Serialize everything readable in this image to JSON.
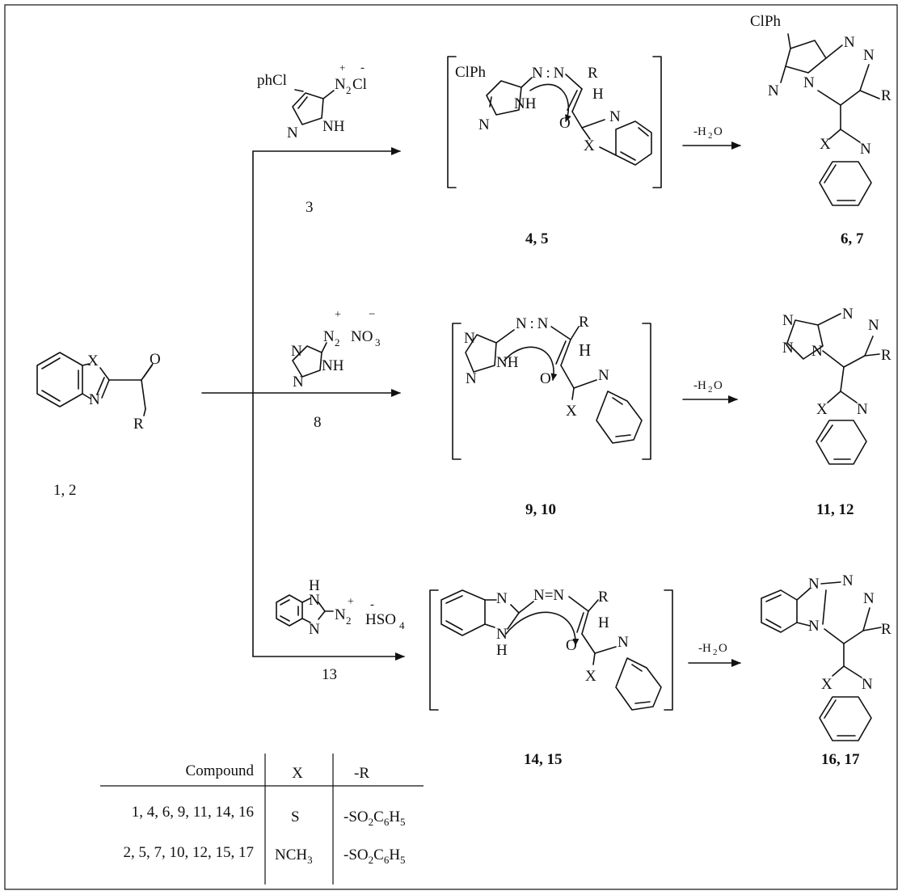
{
  "labels": {
    "cpd_1_2": "1, 2",
    "cpd_3": "3",
    "cpd_8": "8",
    "cpd_13": "13",
    "cpd_4_5": "4, 5",
    "cpd_6_7": "6, 7",
    "cpd_9_10": "9, 10",
    "cpd_11_12": "11,  12",
    "cpd_14_15": "14, 15",
    "cpd_16_17": "16,  17"
  },
  "reagents": {
    "phcl": "phCl",
    "clph": "ClPh",
    "plus": "+",
    "minus": "-",
    "minus2": "−",
    "n2cl_n": "N",
    "n2cl_2": "2",
    "n2cl_cl": "Cl",
    "n2_n": "N",
    "n2_sub": "2",
    "no3": "NO",
    "no3_sub": "3",
    "hso4": "HSO",
    "hso4_sub": "4"
  },
  "atoms": {
    "X": "X",
    "N": "N",
    "O": "O",
    "R": "R",
    "H": "H",
    "NH": "NH",
    "azo": "N=N",
    "azo2": "N : N"
  },
  "arrows": {
    "water_part1": "-H",
    "water_sub": "2",
    "water_part2": "O"
  },
  "table": {
    "headers": [
      "Compound",
      "X",
      "-R"
    ],
    "rows": [
      {
        "compounds": "1, 4, 6, 9, 11, 14, 16",
        "x": "S",
        "x_sub": "",
        "r_main": "-SO",
        "r_sub1": "2",
        "r_mid": "C",
        "r_sub2": "6",
        "r_end": "H",
        "r_sub3": "5"
      },
      {
        "compounds": "2, 5, 7, 10, 12, 15, 17",
        "x": "NCH",
        "x_sub": "3",
        "r_main": "-SO",
        "r_sub1": "2",
        "r_mid": "C",
        "r_sub2": "6",
        "r_end": "H",
        "r_sub3": "5"
      }
    ]
  }
}
